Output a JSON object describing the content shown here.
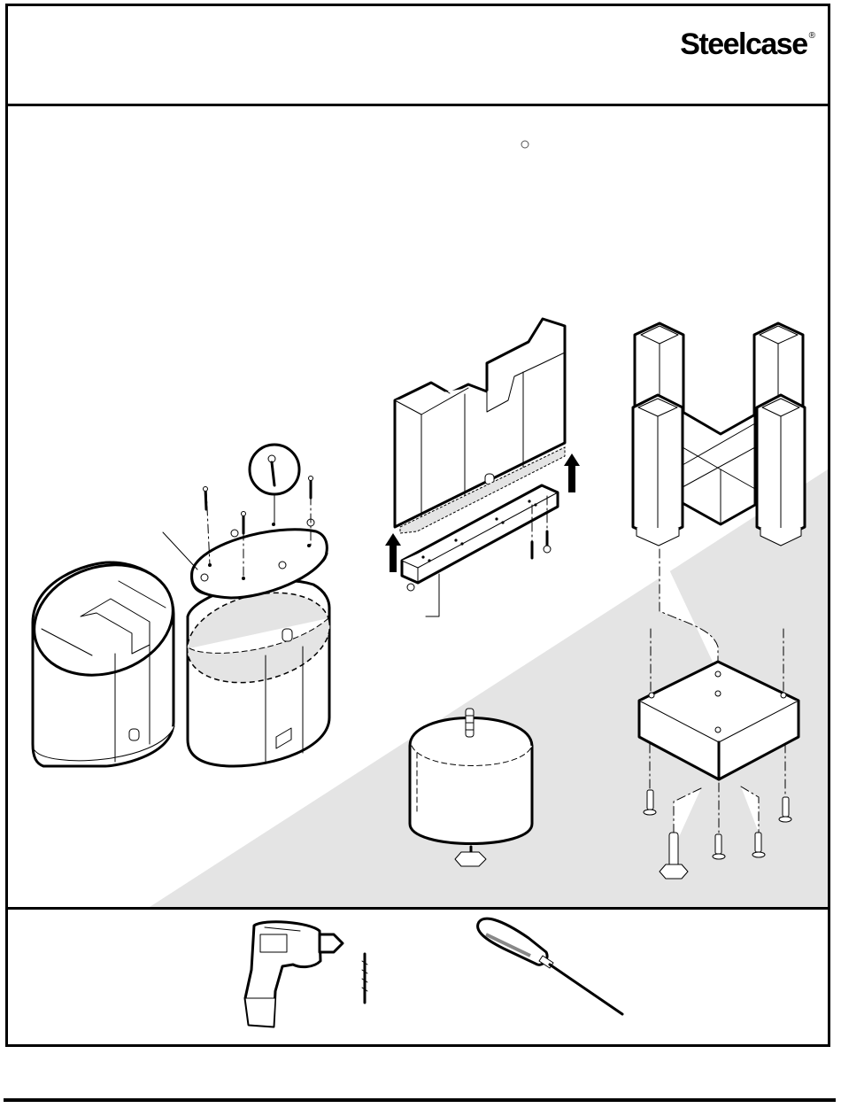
{
  "header": {
    "brand": "Steelcase",
    "registered_mark": "®"
  },
  "illustrations": {
    "shading_color": "#e4e4e4",
    "figures": [
      {
        "id": "oval-base-assembled",
        "icon": "oval-pedestal-icon"
      },
      {
        "id": "oval-base-exploded",
        "icon": "oval-pedestal-exploded-icon"
      },
      {
        "id": "wood-screw-detail",
        "icon": "screw-icon"
      },
      {
        "id": "panel-base-with-rail",
        "icon": "panel-base-icon"
      },
      {
        "id": "h-frame-leg",
        "icon": "h-frame-icon"
      },
      {
        "id": "cylinder-glide",
        "icon": "cylinder-glide-icon"
      },
      {
        "id": "square-block-with-screws",
        "icon": "square-block-icon"
      }
    ]
  },
  "tools": {
    "items": [
      {
        "id": "power-drill",
        "icon": "drill-icon"
      },
      {
        "id": "drill-bit",
        "icon": "drill-bit-icon"
      },
      {
        "id": "screwdriver",
        "icon": "screwdriver-icon"
      }
    ]
  }
}
